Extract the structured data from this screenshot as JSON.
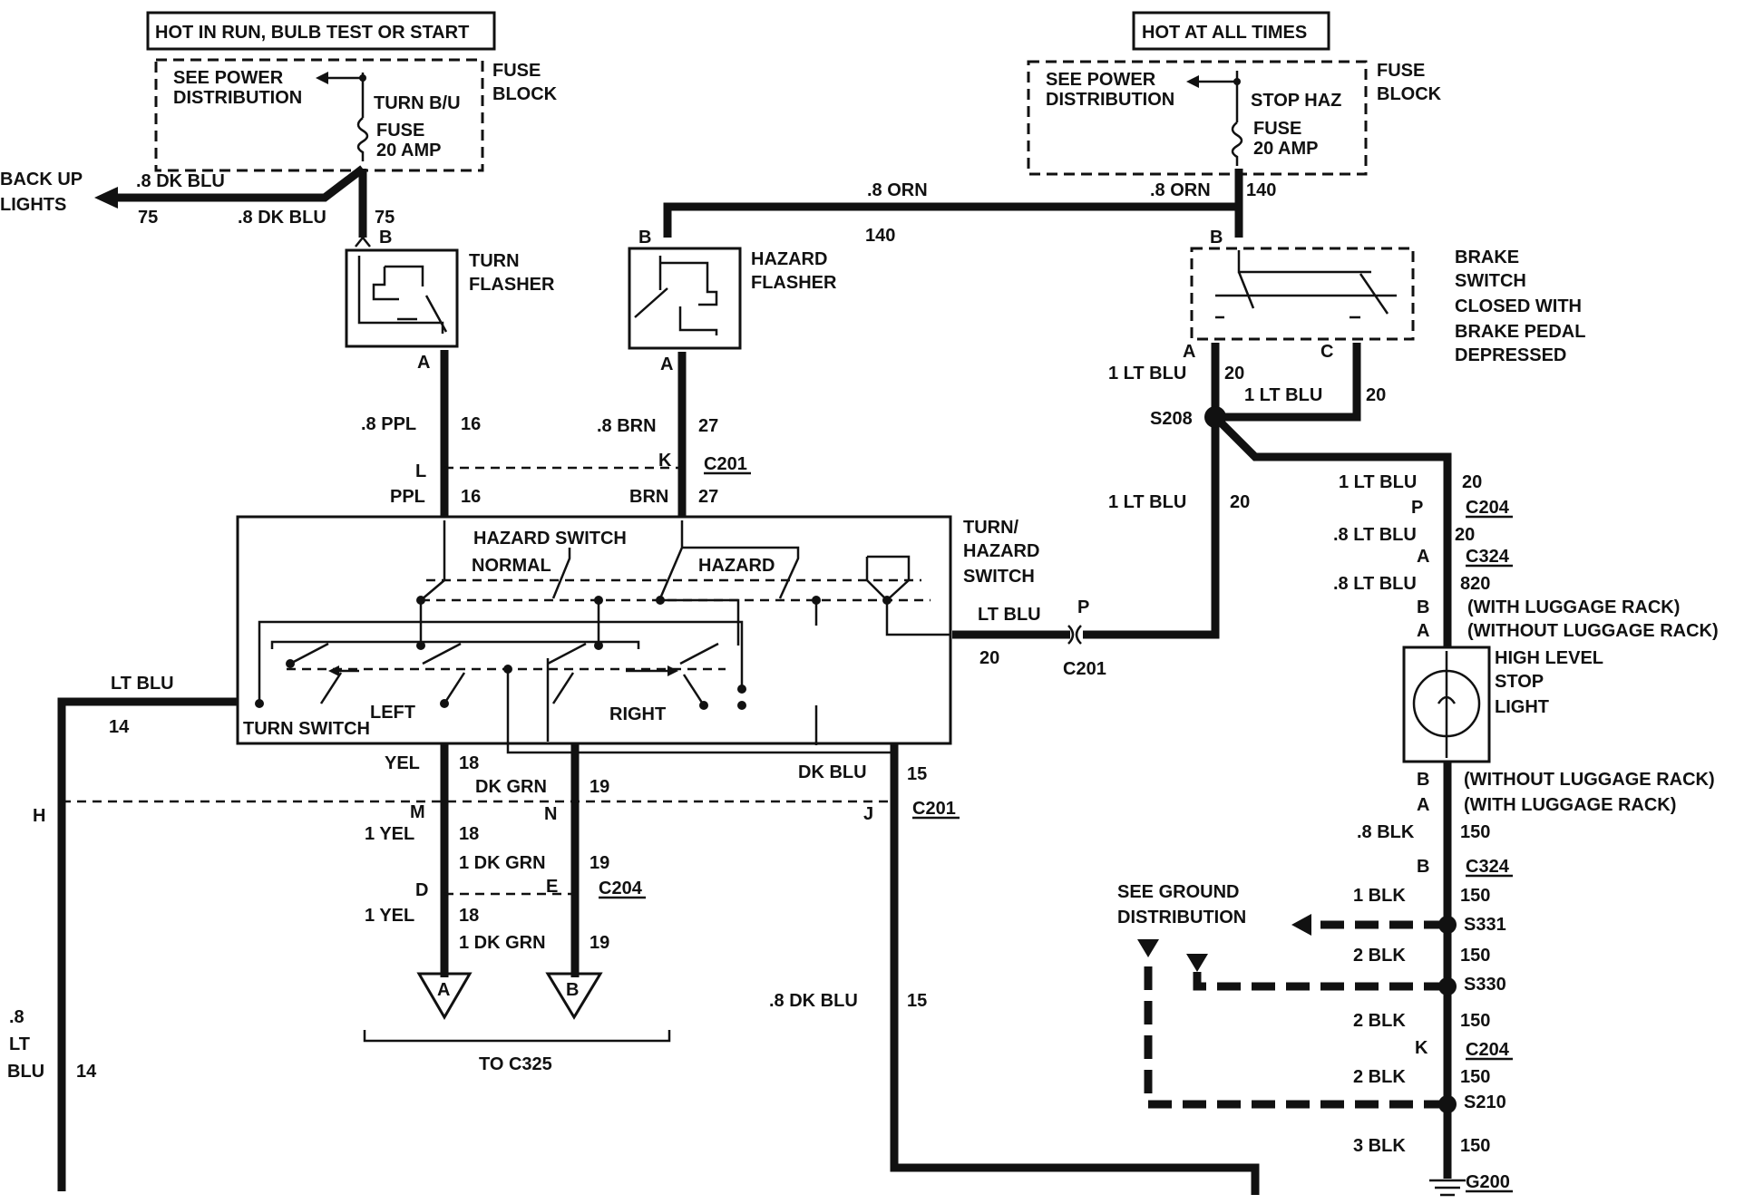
{
  "power": {
    "run_box": "HOT IN RUN, BULB TEST OR START",
    "all_times_box": "HOT AT ALL TIMES",
    "see_power_dist_1": "SEE POWER",
    "see_power_dist_2": "DISTRIBUTION",
    "fuse_block_1": "FUSE",
    "fuse_block_2": "BLOCK",
    "turn_fuse_1": "TURN B/U",
    "turn_fuse_2": "FUSE",
    "stop_fuse_1": "STOP HAZ",
    "stop_fuse_2": "FUSE",
    "fuse_rating": "20 AMP"
  },
  "backup": {
    "label_1": "BACK UP",
    "label_2": "LIGHTS",
    "wire_top": ".8 DK BLU",
    "circuit": "75",
    "wire_bottom": ".8 DK BLU"
  },
  "flashers": {
    "turn_1": "TURN",
    "turn_2": "FLASHER",
    "hazard_1": "HAZARD",
    "hazard_2": "FLASHER"
  },
  "brake_switch": {
    "line1": "BRAKE",
    "line2": "SWITCH",
    "line3": "CLOSED WITH",
    "line4": "BRAKE PEDAL",
    "line5": "DEPRESSED"
  },
  "switch": {
    "title_1": "TURN/",
    "title_2": "HAZARD",
    "title_3": "SWITCH",
    "hazard_switch": "HAZARD SWITCH",
    "normal": "NORMAL",
    "hazard": "HAZARD",
    "left": "LEFT",
    "right": "RIGHT",
    "turn_switch": "TURN SWITCH"
  },
  "wires": {
    "orn": ".8 ORN",
    "c140": "140",
    "ppl8": ".8 PPL",
    "c16": "16",
    "brn8": ".8 BRN",
    "c27": "27",
    "ppl": "PPL",
    "brn": "BRN",
    "ltblu1": "1 LT BLU",
    "c20": "20",
    "ltblu": "LT BLU",
    "c14": "14",
    "yel": "YEL",
    "c18": "18",
    "dkgrn": "DK GRN",
    "c19": "19",
    "dkblu": "DK BLU",
    "c15": "15",
    "yel1": "1 YEL",
    "dkgrn1": "1 DK GRN",
    "dkblu8": ".8 DK BLU",
    "lt8_1": ".8",
    "lt8_2": "LT",
    "lt8_3": "BLU",
    "ltblu8": ".8 LT BLU",
    "c820": "820",
    "blk8": ".8 BLK",
    "c150": "150",
    "blk1": "1 BLK",
    "blk2": "2 BLK",
    "blk3": "3 BLK"
  },
  "connectors": {
    "c201": "C201",
    "c204": "C204",
    "c324": "C324",
    "s208": "S208",
    "s331": "S331",
    "s330": "S330",
    "s210": "S210",
    "g200": "G200",
    "to_c325": "TO C325"
  },
  "pins": {
    "a": "A",
    "b": "B",
    "c": "C",
    "d": "D",
    "e": "E",
    "h": "H",
    "j": "J",
    "k": "K",
    "l": "L",
    "m": "M",
    "n": "N",
    "p": "P"
  },
  "stoplight": {
    "line1": "HIGH LEVEL",
    "line2": "STOP",
    "line3": "LIGHT",
    "with_rack": "(WITH LUGGAGE RACK)",
    "without_rack": "(WITHOUT LUGGAGE RACK)"
  },
  "ground": {
    "see_1": "SEE GROUND",
    "see_2": "DISTRIBUTION"
  }
}
